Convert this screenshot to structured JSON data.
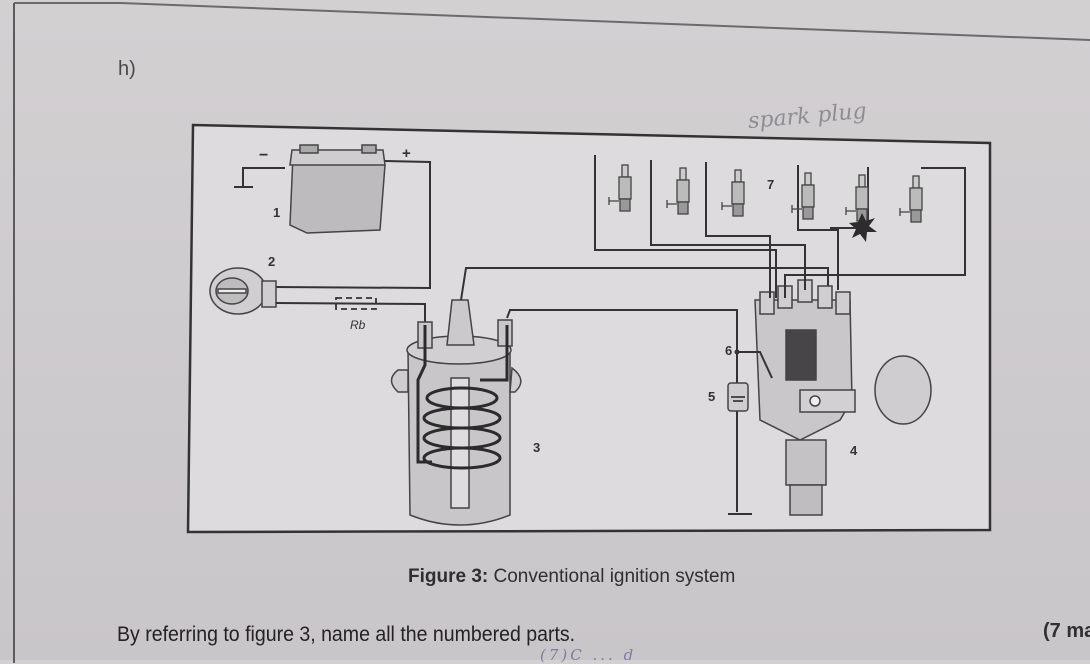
{
  "question": {
    "label": "h)",
    "prompt": "By referring to figure 3, name all the numbered parts.",
    "marks": "(7 ma"
  },
  "figure": {
    "caption_bold": "Figure 3:",
    "caption_text": " Conventional ignition system",
    "part_labels": [
      "1",
      "2",
      "3",
      "4",
      "5",
      "6",
      "7"
    ],
    "terminal_minus": "−",
    "terminal_plus": "+",
    "resistor_label": "Rb",
    "components": [
      {
        "number": "1",
        "depicts": "battery"
      },
      {
        "number": "2",
        "depicts": "ignition switch"
      },
      {
        "number": "3",
        "depicts": "ignition coil"
      },
      {
        "number": "4",
        "depicts": "distributor"
      },
      {
        "number": "5",
        "depicts": "capacitor"
      },
      {
        "number": "6",
        "depicts": "contact breaker"
      },
      {
        "number": "7",
        "depicts": "spark plugs"
      }
    ],
    "spark_plug_count": 6
  },
  "annotations": {
    "handwritten_top": "spark plug",
    "handwritten_bottom": "(7)C ... d"
  }
}
